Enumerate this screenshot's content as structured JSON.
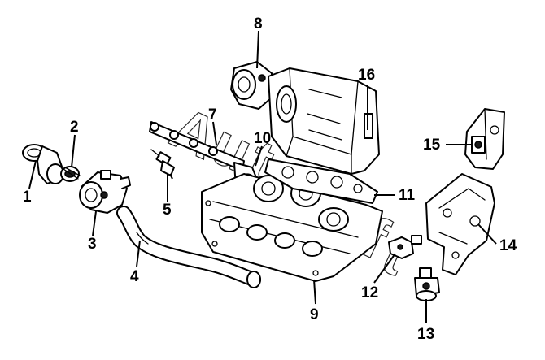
{
  "diagram": {
    "callouts": [
      {
        "id": "1",
        "label": "1"
      },
      {
        "id": "2",
        "label": "2"
      },
      {
        "id": "3",
        "label": "3"
      },
      {
        "id": "4",
        "label": "4"
      },
      {
        "id": "5",
        "label": "5"
      },
      {
        "id": "7",
        "label": "7"
      },
      {
        "id": "8",
        "label": "8"
      },
      {
        "id": "9",
        "label": "9"
      },
      {
        "id": "10",
        "label": "10"
      },
      {
        "id": "11",
        "label": "11"
      },
      {
        "id": "12",
        "label": "12"
      },
      {
        "id": "13",
        "label": "13"
      },
      {
        "id": "14",
        "label": "14"
      },
      {
        "id": "15",
        "label": "15"
      },
      {
        "id": "16",
        "label": "16"
      }
    ],
    "watermark": [
      "A",
      "u",
      "t",
      "o",
      "s",
      "o",
      "f",
      "t"
    ]
  }
}
